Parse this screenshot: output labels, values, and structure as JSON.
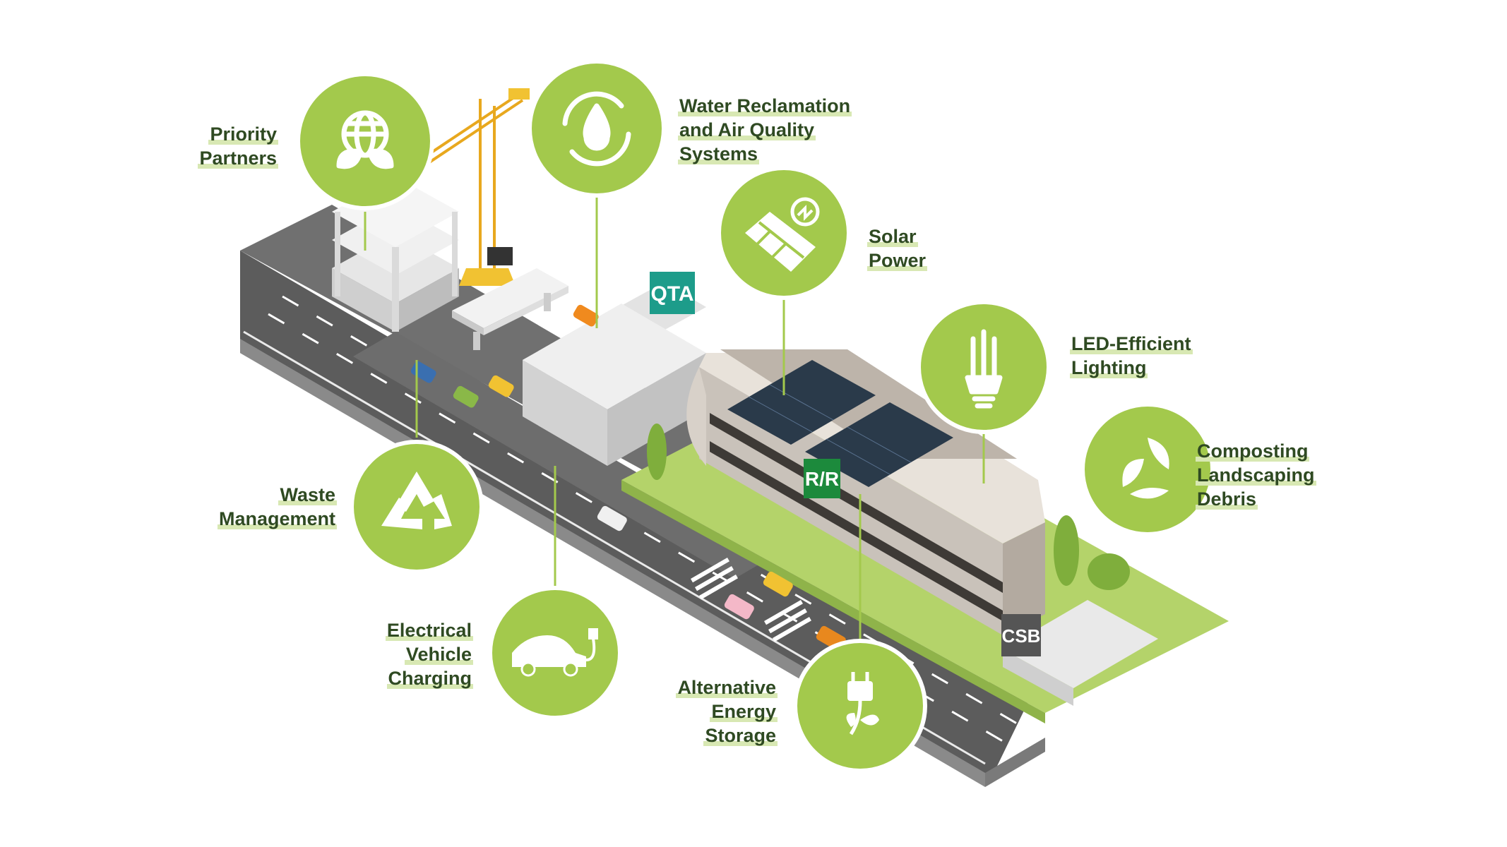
{
  "features": [
    {
      "id": "priority-partners",
      "icon": "globe-leaf-icon",
      "lines": [
        "Priority",
        "Partners"
      ]
    },
    {
      "id": "water-reclamation",
      "icon": "water-cycle-icon",
      "lines": [
        "Water Reclamation",
        "and Air Quality",
        "Systems"
      ]
    },
    {
      "id": "solar-power",
      "icon": "solar-panel-icon",
      "lines": [
        "Solar",
        "Power"
      ]
    },
    {
      "id": "led-lighting",
      "icon": "cfl-bulb-icon",
      "lines": [
        "LED-Efficient",
        "Lighting"
      ]
    },
    {
      "id": "composting",
      "icon": "leaf-cycle-icon",
      "lines": [
        "Composting",
        "Landscaping",
        "Debris"
      ]
    },
    {
      "id": "waste-management",
      "icon": "recycle-icon",
      "lines": [
        "Waste",
        "Management"
      ]
    },
    {
      "id": "ev-charging",
      "icon": "electric-car-icon",
      "lines": [
        "Electrical",
        "Vehicle",
        "Charging"
      ]
    },
    {
      "id": "energy-storage",
      "icon": "plug-leaf-icon",
      "lines": [
        "Alternative",
        "Energy",
        "Storage"
      ]
    }
  ],
  "signs": {
    "qta": "QTA",
    "rr": "R/R",
    "csb": "CSB"
  },
  "colors": {
    "accent": "#a3c94c",
    "text": "#2f4a22",
    "road": "#6b6b6b",
    "grass": "#b4d36a"
  }
}
